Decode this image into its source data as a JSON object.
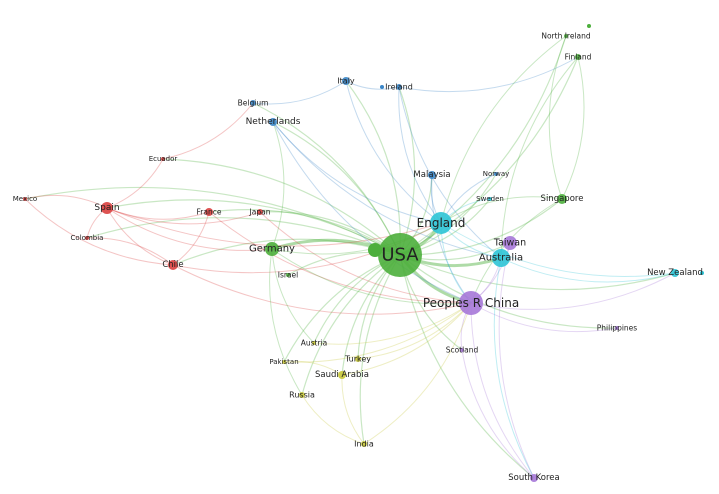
{
  "title": "Country co-authorship network",
  "clusters": {
    "red": "#d9403f",
    "green": "#4caf3c",
    "blue": "#3a86c8",
    "yellow": "#c8c83a",
    "purple": "#a678d8",
    "cyan": "#2ec4d6"
  },
  "nodes": [
    {
      "id": "usa",
      "label": "USA",
      "cluster": "green"
    },
    {
      "id": "england",
      "label": "England",
      "cluster": "cyan"
    },
    {
      "id": "china",
      "label": "Peoples R China",
      "cluster": "purple"
    },
    {
      "id": "australia",
      "label": "Australia",
      "cluster": "cyan"
    },
    {
      "id": "taiwan",
      "label": "Taiwan",
      "cluster": "purple"
    },
    {
      "id": "germany",
      "label": "Germany",
      "cluster": "green"
    },
    {
      "id": "spain",
      "label": "Spain",
      "cluster": "red"
    },
    {
      "id": "chile",
      "label": "Chile",
      "cluster": "red"
    },
    {
      "id": "france",
      "label": "France",
      "cluster": "red"
    },
    {
      "id": "japan",
      "label": "Japan",
      "cluster": "red"
    },
    {
      "id": "mexico",
      "label": "Mexico",
      "cluster": "red"
    },
    {
      "id": "colombia",
      "label": "Colombia",
      "cluster": "red"
    },
    {
      "id": "ecuador",
      "label": "Ecuador",
      "cluster": "red"
    },
    {
      "id": "belgium",
      "label": "Belgium",
      "cluster": "blue"
    },
    {
      "id": "netherlands",
      "label": "Netherlands",
      "cluster": "blue"
    },
    {
      "id": "italy",
      "label": "Italy",
      "cluster": "blue"
    },
    {
      "id": "ireland",
      "label": "Ireland",
      "cluster": "blue"
    },
    {
      "id": "malaysia",
      "label": "Malaysia",
      "cluster": "blue"
    },
    {
      "id": "norway",
      "label": "Norway",
      "cluster": "blue"
    },
    {
      "id": "sweden",
      "label": "Sweden",
      "cluster": "cyan"
    },
    {
      "id": "singapore",
      "label": "Singapore",
      "cluster": "green"
    },
    {
      "id": "northireland",
      "label": "North Ireland",
      "cluster": "green"
    },
    {
      "id": "finland",
      "label": "Finland",
      "cluster": "green"
    },
    {
      "id": "newzealand",
      "label": "New Zealand",
      "cluster": "cyan"
    },
    {
      "id": "israel",
      "label": "Israel",
      "cluster": "green"
    },
    {
      "id": "philippines",
      "label": "Philippines",
      "cluster": "purple"
    },
    {
      "id": "scotland",
      "label": "Scotland",
      "cluster": "purple"
    },
    {
      "id": "southkorea",
      "label": "South Korea",
      "cluster": "purple"
    },
    {
      "id": "austria",
      "label": "Austria",
      "cluster": "yellow"
    },
    {
      "id": "turkey",
      "label": "Turkey",
      "cluster": "yellow"
    },
    {
      "id": "pakistan",
      "label": "Pakistan",
      "cluster": "yellow"
    },
    {
      "id": "saudiarabia",
      "label": "Saudi Arabia",
      "cluster": "yellow"
    },
    {
      "id": "russia",
      "label": "Russia",
      "cluster": "yellow"
    },
    {
      "id": "india",
      "label": "India",
      "cluster": "yellow"
    }
  ]
}
